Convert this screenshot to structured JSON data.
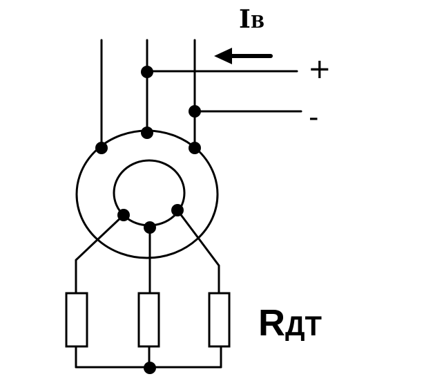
{
  "labels": {
    "current": {
      "main": "I",
      "sub": "B"
    },
    "plus": "+",
    "minus": "-",
    "resistance": {
      "main": "R",
      "sub": "ДТ"
    }
  },
  "colors": {
    "ink": "#000000",
    "background": "#ffffff"
  }
}
